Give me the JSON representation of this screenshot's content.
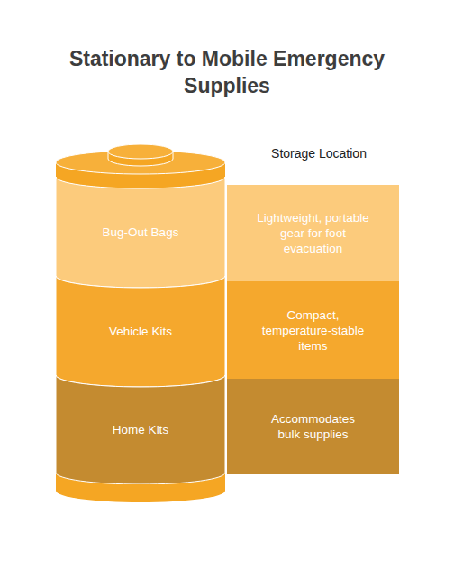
{
  "diagram": {
    "title": "Stationary to Mobile Emergency Supplies",
    "nodes": [
      {
        "text": [
          "Bug-Out Bags"
        ]
      },
      {
        "text": [
          "Lightweight, portable gear for foot evacuation"
        ]
      },
      {
        "text": [
          "Vehicle Kits"
        ]
      },
      {
        "text": [
          "Compact, temperature-stable items"
        ]
      },
      {
        "text": [
          "Home Kits"
        ]
      },
      {
        "text": [
          "Accommodates bulk supplies"
        ]
      }
    ],
    "labels": [
      "Storage Location"
    ]
  }
}
